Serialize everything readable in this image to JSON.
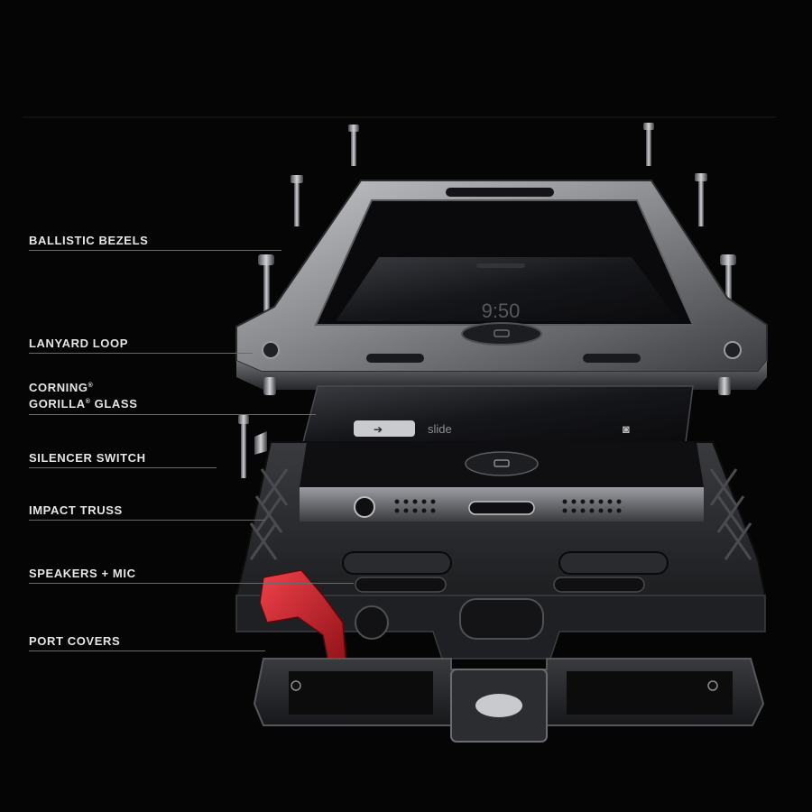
{
  "image": {
    "subject": "exploded-view-armored-phone-case",
    "palette": {
      "background": "#050505",
      "metal_frame": "#8a8c90",
      "metal_dark": "#2a2b2e",
      "glass": "#1c1d20",
      "accent_red": "#c8202a",
      "label_text": "#e6e6e6",
      "leader_line": "#6a6a6a"
    }
  },
  "callouts": {
    "ballistic_bezels": "BALLISTIC BEZELS",
    "lanyard_loop": "LANYARD LOOP",
    "corning_prefix": "CORNING",
    "gorilla_prefix": "GORILLA",
    "glass_suffix": " GLASS",
    "registered_mark": "®",
    "silencer_switch": "SILENCER SWITCH",
    "impact_truss": "IMPACT TRUSS",
    "speakers_mic": "SPEAKERS + MIC",
    "port_covers": "PORT COVERS"
  },
  "phone_screen": {
    "clock": "9:50",
    "slide_text": "slide"
  }
}
